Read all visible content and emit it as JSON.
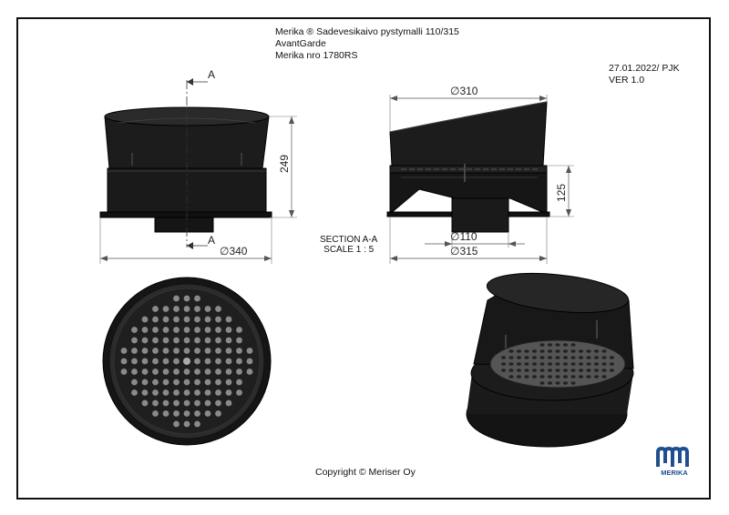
{
  "title": {
    "line1": "Merika ® Sadevesikaivo pystymalli 110/315",
    "line2": "AvantGarde",
    "line3": "Merika nro  1780RS"
  },
  "meta": {
    "date": "27.01.2022/ PJK",
    "version": "VER 1.0"
  },
  "dimensions": {
    "height_total": "249",
    "diameter_bottom": "∅340",
    "diameter_top": "∅310",
    "height_section": "125",
    "diameter_outlet": "∅110",
    "diameter_body": "∅315",
    "section_marker": "A"
  },
  "section": {
    "label": "SECTION A-A",
    "scale": "SCALE 1 : 5"
  },
  "copyright": "Copyright © Meriser Oy",
  "logo": {
    "text": "MERIKA",
    "color": "#1f4f8f"
  }
}
